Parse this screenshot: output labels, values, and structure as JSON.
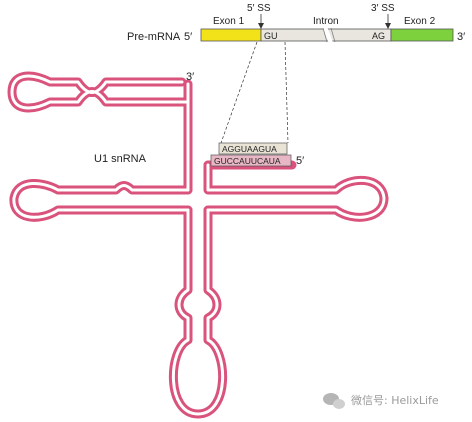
{
  "pre_mrna": {
    "label": "Pre-mRNA",
    "five_prime": "5′",
    "three_prime": "3′",
    "exon1": "Exon 1",
    "intron": "Intron",
    "exon2": "Exon 2",
    "ss5": "5′ SS",
    "ss3": "3′ SS",
    "gu": "GU",
    "ag": "AG"
  },
  "u1": {
    "label": "U1 snRNA",
    "three_prime": "3′",
    "five_prime": "5′",
    "mrna_seq": "AGGUAAGUA",
    "snrna_seq": "GUCCAUUCAUA"
  },
  "watermark": {
    "text": "微信号: HelixLife"
  },
  "colors": {
    "exon1": "#f2e21a",
    "intron": "#e8e6df",
    "exon2": "#7cd13c",
    "u1": "#d9537c",
    "u1_inner": "#ffffff",
    "seq_box": "#e9e3d6",
    "seq_box2": "#e8b7c6"
  }
}
